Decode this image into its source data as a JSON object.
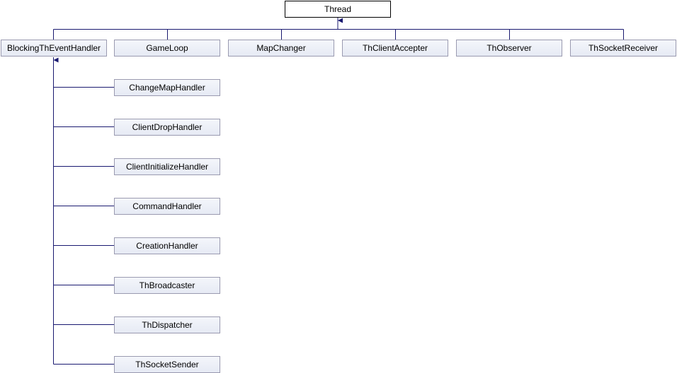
{
  "diagram": {
    "root": {
      "id": "thread",
      "label": "Thread"
    },
    "children_of_thread": [
      {
        "id": "blocking",
        "label": "BlockingThEventHandler"
      },
      {
        "id": "gameloop",
        "label": "GameLoop"
      },
      {
        "id": "mapchanger",
        "label": "MapChanger"
      },
      {
        "id": "thclientaccepter",
        "label": "ThClientAccepter"
      },
      {
        "id": "thobserver",
        "label": "ThObserver"
      },
      {
        "id": "thsocketreceiver",
        "label": "ThSocketReceiver"
      }
    ],
    "children_of_blocking": [
      {
        "id": "changemaphandler",
        "label": "ChangeMapHandler"
      },
      {
        "id": "clientdrophandler",
        "label": "ClientDropHandler"
      },
      {
        "id": "clientinitializehandler",
        "label": "ClientInitializeHandler"
      },
      {
        "id": "commandhandler",
        "label": "CommandHandler"
      },
      {
        "id": "creationhandler",
        "label": "CreationHandler"
      },
      {
        "id": "thbroadcaster",
        "label": "ThBroadcaster"
      },
      {
        "id": "thdispatcher",
        "label": "ThDispatcher"
      },
      {
        "id": "thsocketsender",
        "label": "ThSocketSender"
      }
    ],
    "colors": {
      "edge": "#191970",
      "node_border": "#9a9ab0",
      "root_border": "#000000"
    }
  }
}
